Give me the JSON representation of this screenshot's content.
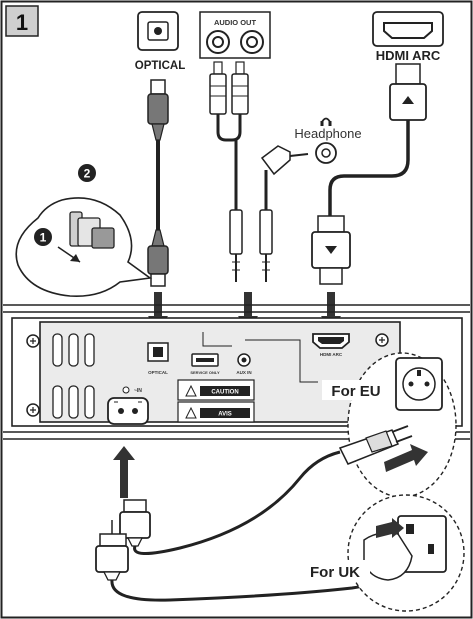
{
  "step_number": "1",
  "substeps": {
    "first": "1",
    "second": "2"
  },
  "connectors": {
    "optical": "OPTICAL",
    "audio_out": "AUDIO OUT",
    "headphone": "Headphone",
    "hdmi_arc": "HDMI ARC"
  },
  "panel": {
    "optical": "OPTICAL",
    "hdmi_arc": "HDMI ARC",
    "service_only": "SERVICE ONLY",
    "aux_in": "AUX IN",
    "power_in": "~IN",
    "caution": "CAUTION",
    "avis": "AVIS"
  },
  "regions": {
    "eu": "For EU",
    "uk": "For UK"
  },
  "colors": {
    "line": "#222222",
    "panel_fill": "#ebebeb",
    "arrow_fill": "#333333"
  }
}
